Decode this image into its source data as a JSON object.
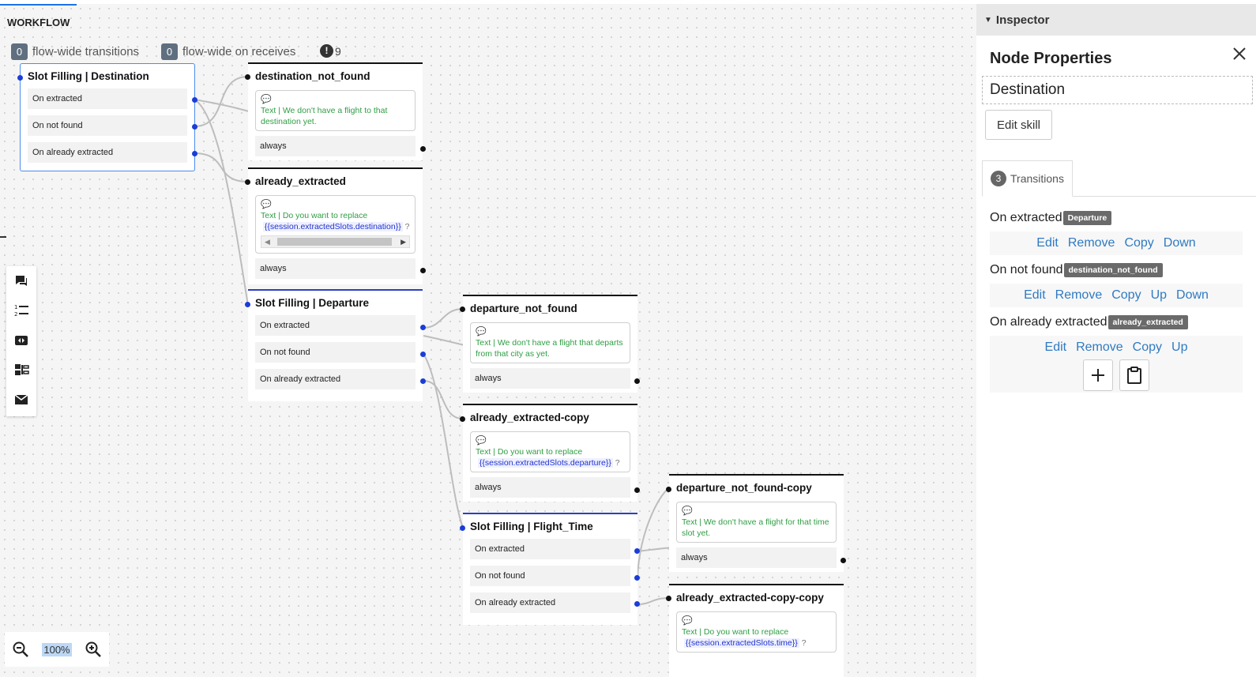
{
  "workflow_tab": "WORKFLOW",
  "counters": {
    "transitions": {
      "count": "0",
      "label": "flow-wide transitions"
    },
    "receives": {
      "count": "0",
      "label": "flow-wide on receives"
    },
    "warnings": "9"
  },
  "nodes": {
    "destination": {
      "title": "Slot Filling | Destination",
      "rows": [
        "On extracted",
        "On not found",
        "On already extracted"
      ]
    },
    "destination_not_found": {
      "title": "destination_not_found",
      "text": "Text | We don't have a flight to that destination yet.",
      "row": "always"
    },
    "already_extracted": {
      "title": "already_extracted",
      "text": "Text | Do you want to replace",
      "var": "{{session.extractedSlots.destination}}",
      "qm": "?",
      "row": "always"
    },
    "departure": {
      "title": "Slot Filling | Departure",
      "rows": [
        "On extracted",
        "On not found",
        "On already extracted"
      ]
    },
    "departure_not_found": {
      "title": "departure_not_found",
      "text": "Text | We don't have a flight that departs from that city as yet.",
      "row": "always"
    },
    "already_extracted_copy": {
      "title": "already_extracted-copy",
      "text": "Text | Do you want to replace",
      "var": "{{session.extractedSlots.departure}}",
      "qm": "?",
      "row": "always"
    },
    "flight_time": {
      "title": "Slot Filling | Flight_Time",
      "rows": [
        "On extracted",
        "On not found",
        "On already extracted"
      ]
    },
    "departure_not_found_copy": {
      "title": "departure_not_found-copy",
      "text": "Text | We don't have a flight for that time slot yet.",
      "row": "always"
    },
    "already_extracted_copy_copy": {
      "title": "already_extracted-copy-copy",
      "text": "Text | Do you want to replace",
      "var": "{{session.extractedSlots.time}}",
      "qm": "?"
    }
  },
  "toolbar_icons": [
    "message-icon",
    "numbered-list-icon",
    "switch-icon",
    "layout-icon",
    "mail-icon"
  ],
  "zoom": {
    "value": "100%"
  },
  "inspector": {
    "header": "Inspector",
    "title": "Node Properties",
    "node_name": "Destination",
    "edit_skill": "Edit skill",
    "tab": {
      "count": "3",
      "label": "Transitions"
    },
    "transitions": [
      {
        "label": "On extracted",
        "target": "Departure",
        "actions": [
          "Edit",
          "Remove",
          "Copy",
          "Down"
        ]
      },
      {
        "label": "On not found",
        "target": "destination_not_found",
        "actions": [
          "Edit",
          "Remove",
          "Copy",
          "Up",
          "Down"
        ]
      },
      {
        "label": "On already extracted",
        "target": "already_extracted",
        "actions": [
          "Edit",
          "Remove",
          "Copy",
          "Up"
        ]
      }
    ]
  }
}
